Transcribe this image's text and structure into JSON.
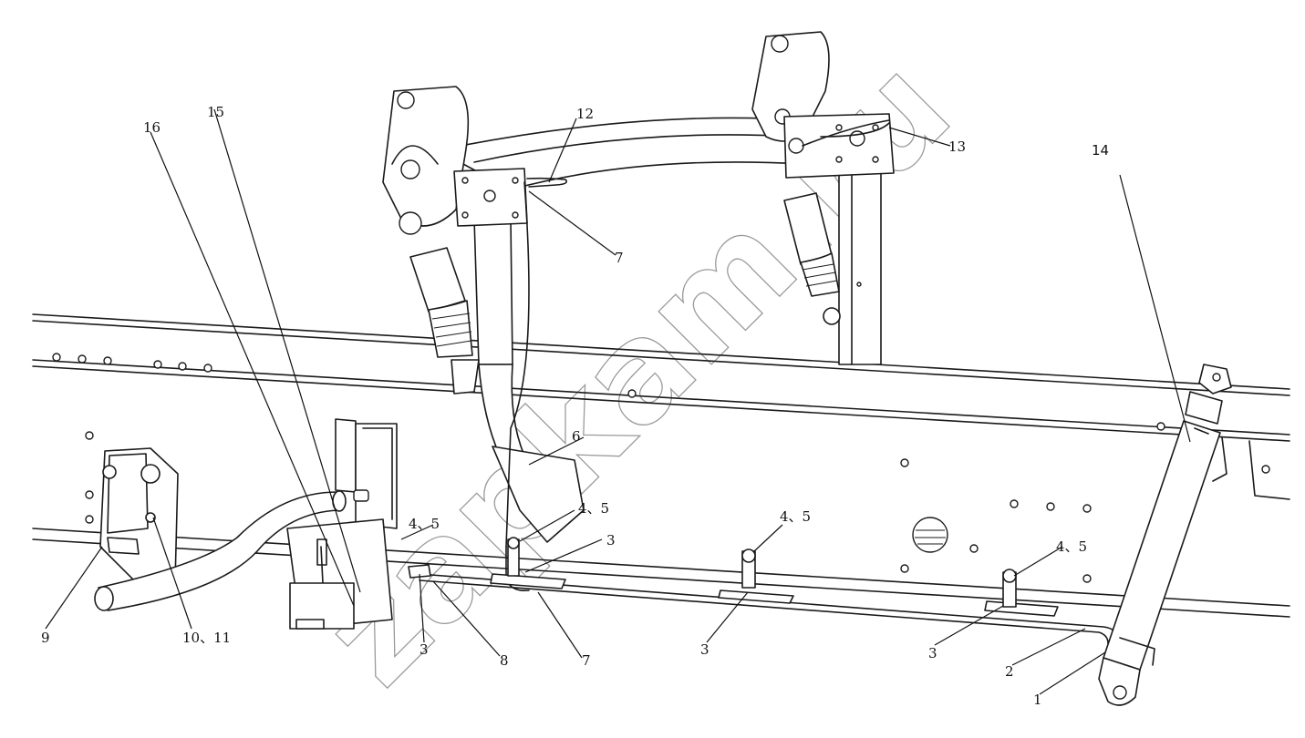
{
  "watermark": {
    "text": "zapkam.ru"
  },
  "callouts": [
    {
      "id": "1",
      "text": "1"
    },
    {
      "id": "2",
      "text": "2"
    },
    {
      "id": "3a",
      "text": "3"
    },
    {
      "id": "3b",
      "text": "3"
    },
    {
      "id": "3c",
      "text": "3"
    },
    {
      "id": "3d",
      "text": "3"
    },
    {
      "id": "45a",
      "text": "4、5"
    },
    {
      "id": "45b",
      "text": "4、5"
    },
    {
      "id": "45c",
      "text": "4、5"
    },
    {
      "id": "45d",
      "text": "4、5"
    },
    {
      "id": "6",
      "text": "6"
    },
    {
      "id": "7a",
      "text": "7"
    },
    {
      "id": "7b",
      "text": "7"
    },
    {
      "id": "8",
      "text": "8"
    },
    {
      "id": "9",
      "text": "9"
    },
    {
      "id": "1011",
      "text": "10、11"
    },
    {
      "id": "12",
      "text": "12"
    },
    {
      "id": "13",
      "text": "13"
    },
    {
      "id": "14",
      "text": "14"
    },
    {
      "id": "15",
      "text": "15"
    },
    {
      "id": "16",
      "text": "16"
    }
  ]
}
